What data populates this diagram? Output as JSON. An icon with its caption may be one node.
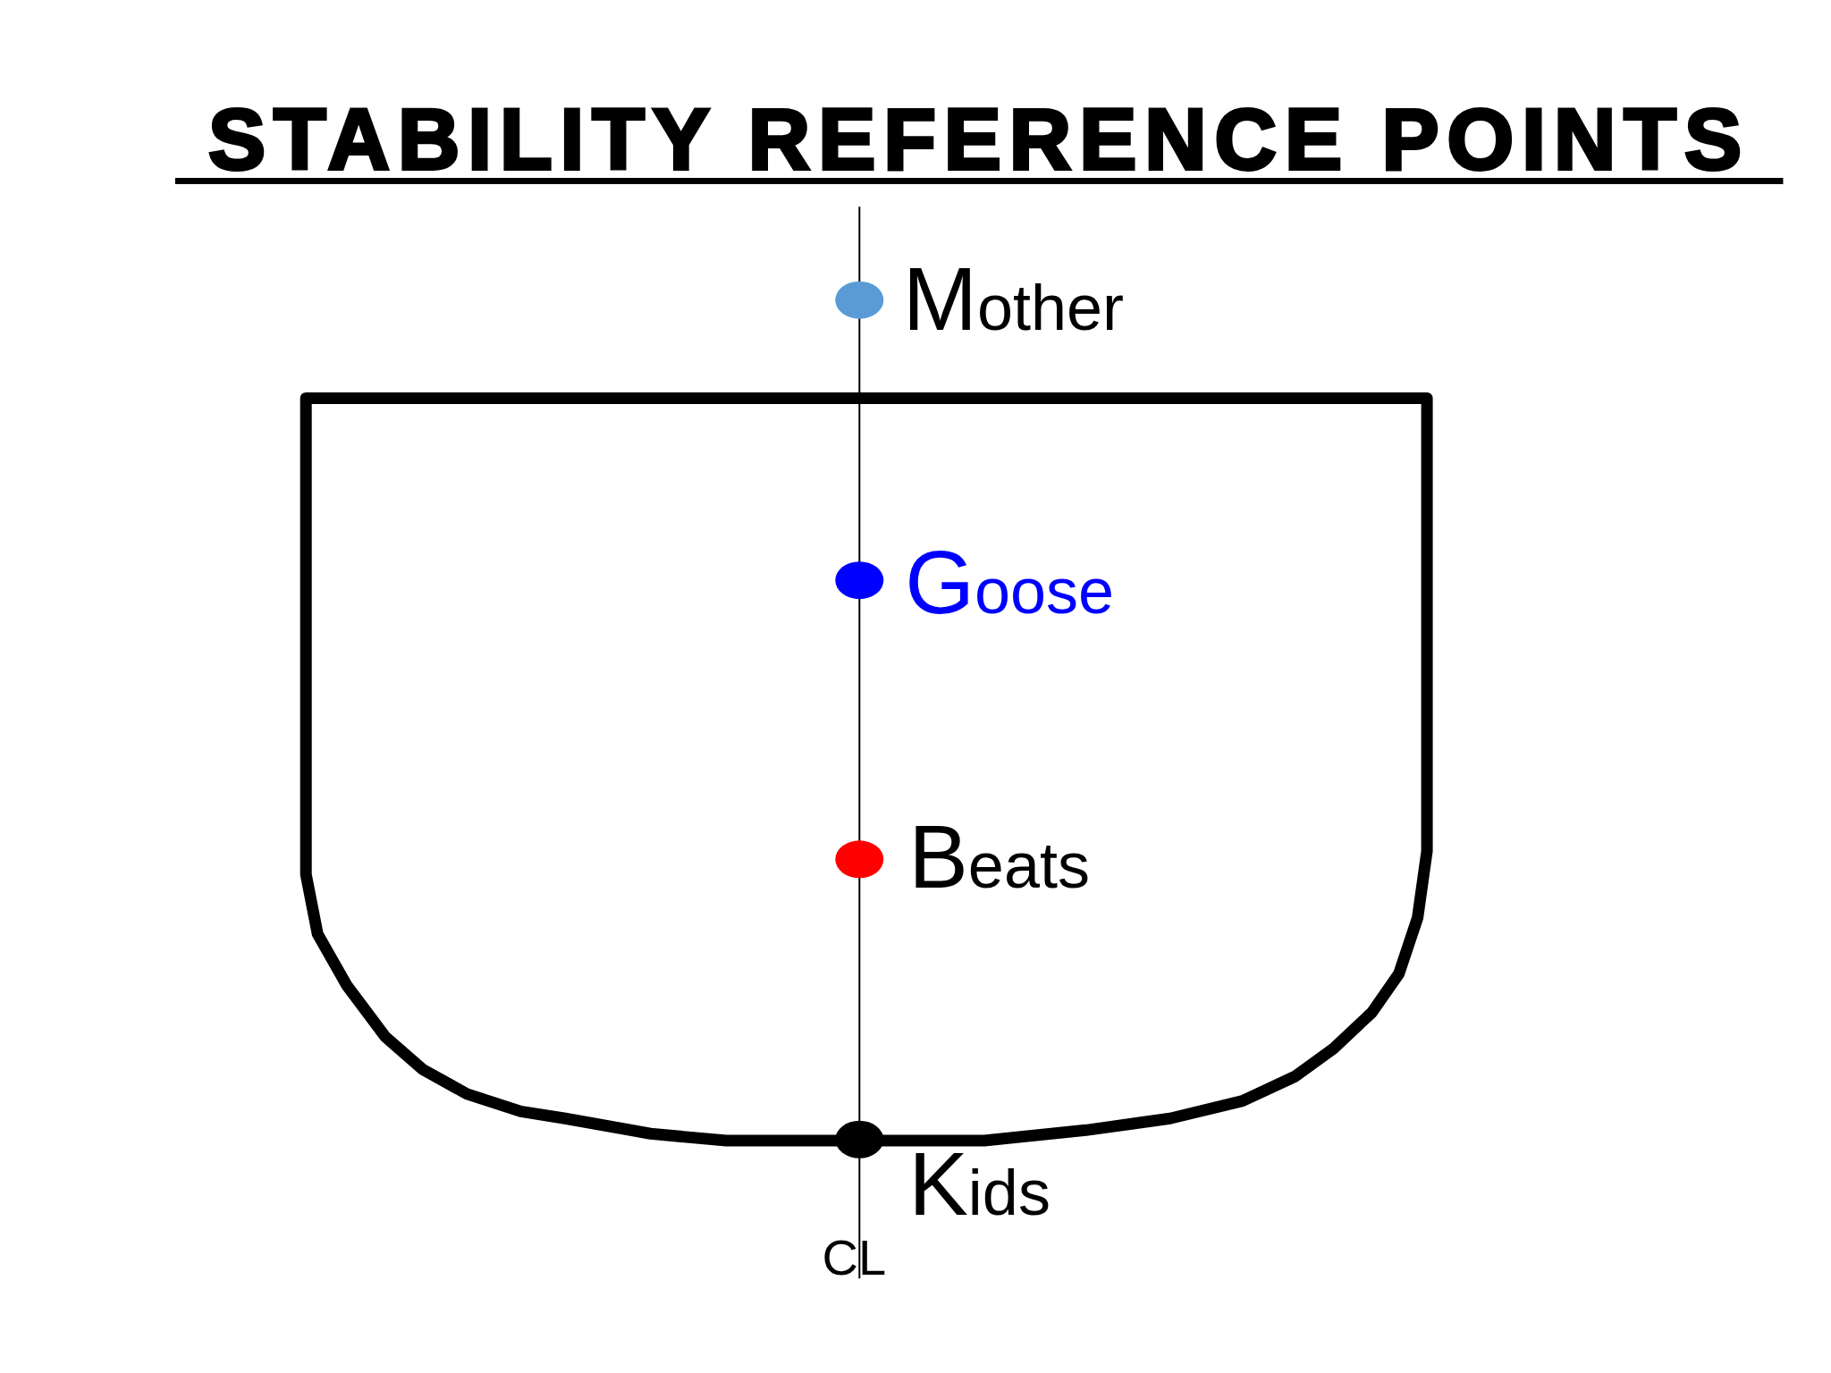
{
  "diagram": {
    "title": "STABILITY REFERENCE POINTS",
    "nodes": [
      {
        "text": [],
        "shape": "circle",
        "beside": [
          "Mother"
        ]
      },
      {
        "text": [],
        "shape": "circle",
        "beside": [
          "Goose"
        ]
      },
      {
        "text": [],
        "shape": "circle",
        "beside": [
          "Beats"
        ]
      },
      {
        "text": [],
        "shape": "circle",
        "beside": [
          "Kids"
        ]
      }
    ],
    "labels": [
      "CL"
    ]
  }
}
